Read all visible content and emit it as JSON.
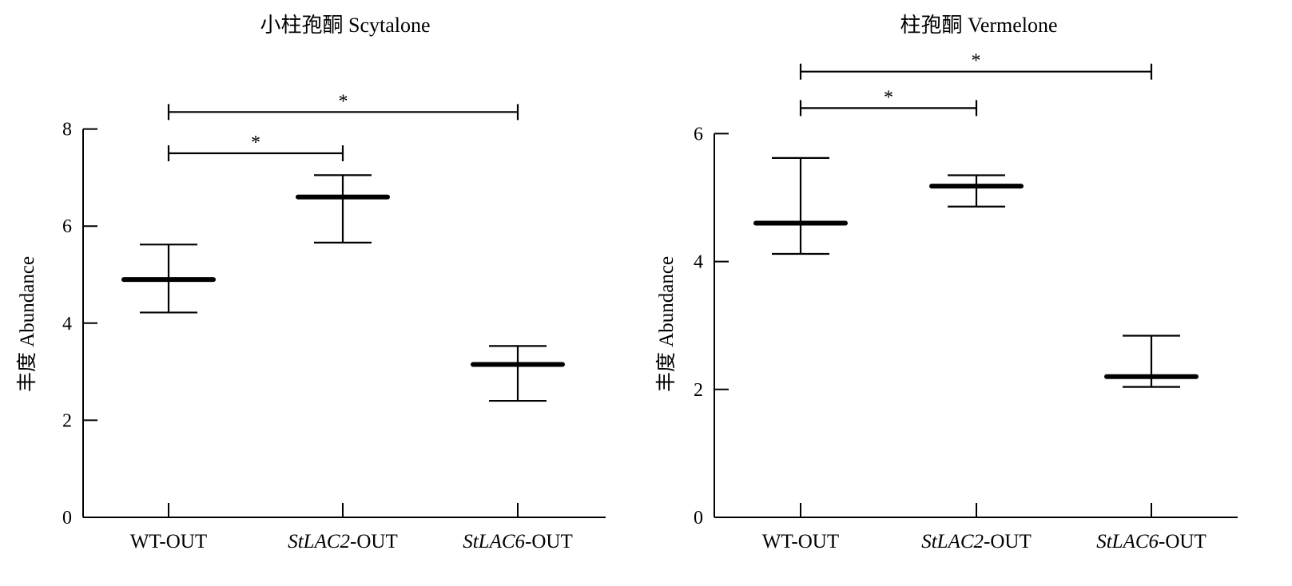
{
  "chart_data": [
    {
      "type": "errorbar",
      "title": "小柱孢酮 Scytalone",
      "ylabel": "丰度 Abundance",
      "xlabel": "",
      "ylim": [
        0,
        8
      ],
      "yticks": [
        0,
        2,
        4,
        6,
        8
      ],
      "categories": [
        {
          "prefix": "",
          "italic": "",
          "suffix": "WT-OUT"
        },
        {
          "prefix": "",
          "italic": "StLAC2",
          "suffix": "-OUT"
        },
        {
          "prefix": "",
          "italic": "StLAC6",
          "suffix": "-OUT"
        }
      ],
      "series": [
        {
          "mean": 4.9,
          "low": 4.22,
          "high": 5.62
        },
        {
          "mean": 6.6,
          "low": 5.66,
          "high": 7.05
        },
        {
          "mean": 3.15,
          "low": 2.4,
          "high": 3.53
        }
      ],
      "significance": [
        {
          "from": 0,
          "to": 1,
          "y": 7.5,
          "label": "*"
        },
        {
          "from": 0,
          "to": 2,
          "y": 8.35,
          "label": "*"
        }
      ]
    },
    {
      "type": "errorbar",
      "title": "柱孢酮 Vermelone",
      "ylabel": "丰度 Abundance",
      "xlabel": "",
      "ylim": [
        0,
        6
      ],
      "yticks": [
        0,
        2,
        4,
        6
      ],
      "categories": [
        {
          "prefix": "",
          "italic": "",
          "suffix": "WT-OUT"
        },
        {
          "prefix": "",
          "italic": "StLAC2",
          "suffix": "-OUT"
        },
        {
          "prefix": "",
          "italic": "StLAC6",
          "suffix": "-OUT"
        }
      ],
      "series": [
        {
          "mean": 4.6,
          "low": 4.12,
          "high": 5.62
        },
        {
          "mean": 5.18,
          "low": 4.86,
          "high": 5.35
        },
        {
          "mean": 2.2,
          "low": 2.04,
          "high": 2.84
        }
      ],
      "significance": [
        {
          "from": 0,
          "to": 1,
          "y": 6.4,
          "label": "*"
        },
        {
          "from": 0,
          "to": 2,
          "y": 6.97,
          "label": "*"
        }
      ]
    }
  ]
}
